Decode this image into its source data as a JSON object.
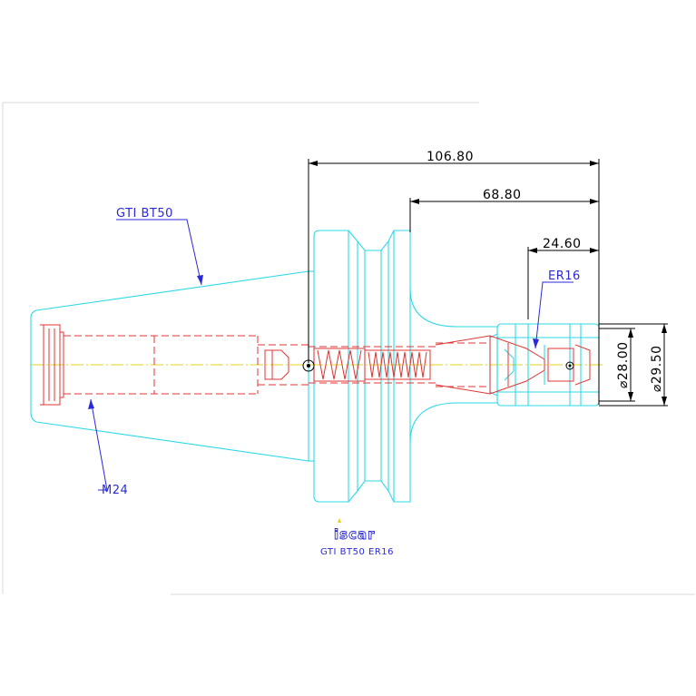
{
  "dimensions": {
    "overall_length": "106.80",
    "flange_to_nose": "68.80",
    "nut_length": "24.60",
    "nut_diameter_inner": "⌀28.00",
    "nut_diameter_outer": "⌀29.50"
  },
  "labels": {
    "holder": "GTI BT50",
    "thread": "M24",
    "collet": "ER16"
  },
  "caption": {
    "logo_text": "iscar",
    "title": "GTI BT50 ER16"
  },
  "colors": {
    "body": "#2fd8e6",
    "hidden": "#e03434",
    "dimension": "#000000",
    "leader": "#2a2ad8",
    "centerline": "#e6d21c"
  }
}
